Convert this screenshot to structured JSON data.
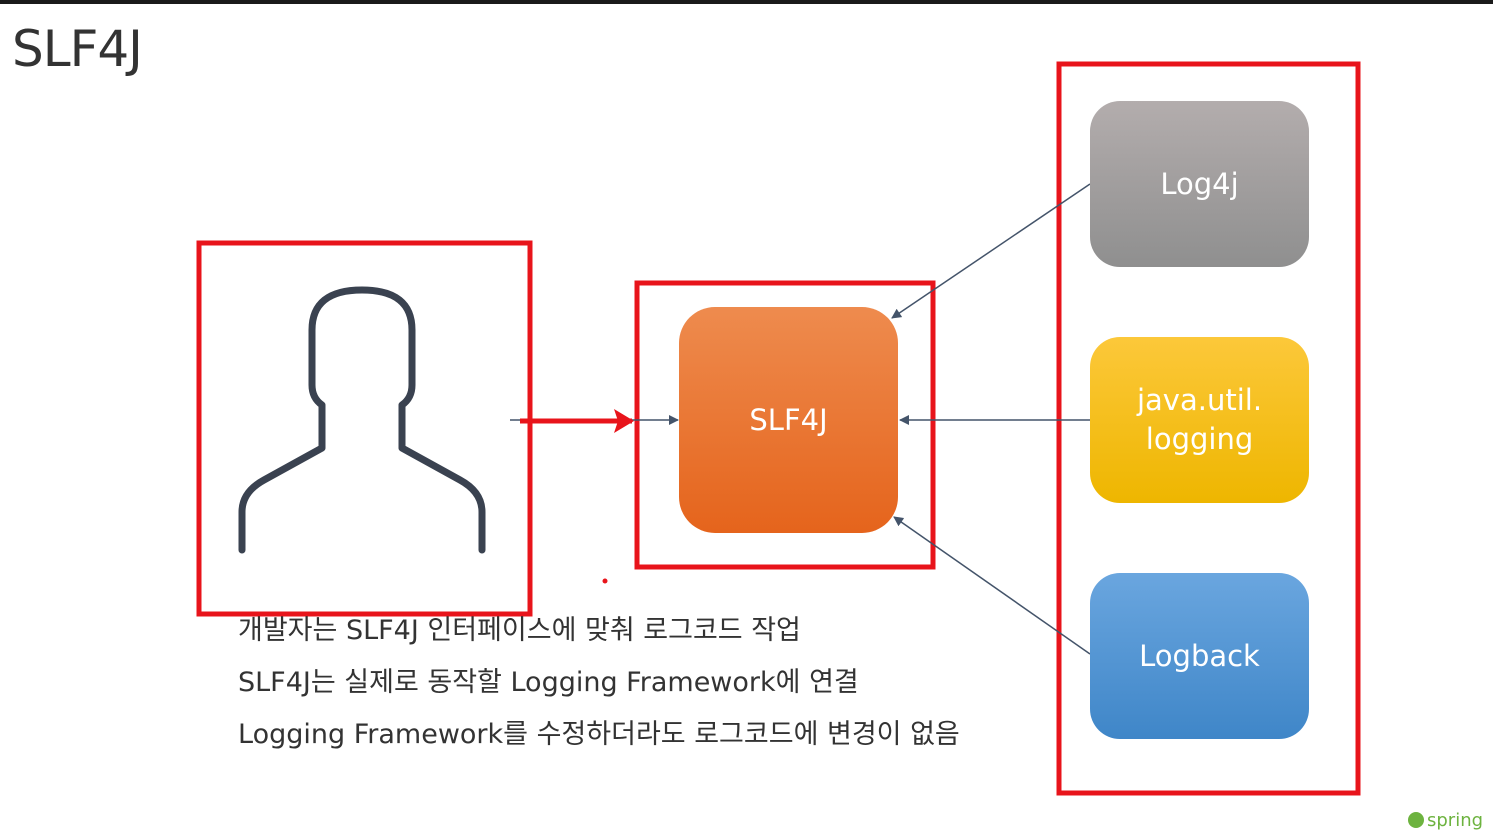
{
  "slide": {
    "title": "SLF4J"
  },
  "diagram": {
    "center_label": "SLF4J",
    "frameworks": [
      {
        "label": "Log4j",
        "color": "#9b9b9b"
      },
      {
        "label": "java.util.\nlogging",
        "color": "#f5c400"
      },
      {
        "label": "Logback",
        "color": "#4a90d0"
      }
    ],
    "highlight_color": "#e8141b"
  },
  "notes": [
    "개발자는 SLF4J 인터페이스에 맞춰 로그코드 작업",
    "SLF4J는 실제로 동작할 Logging Framework에 연결",
    "Logging Framework를 수정하더라도 로그코드에 변경이 없음"
  ],
  "logo": {
    "text": "spring"
  }
}
